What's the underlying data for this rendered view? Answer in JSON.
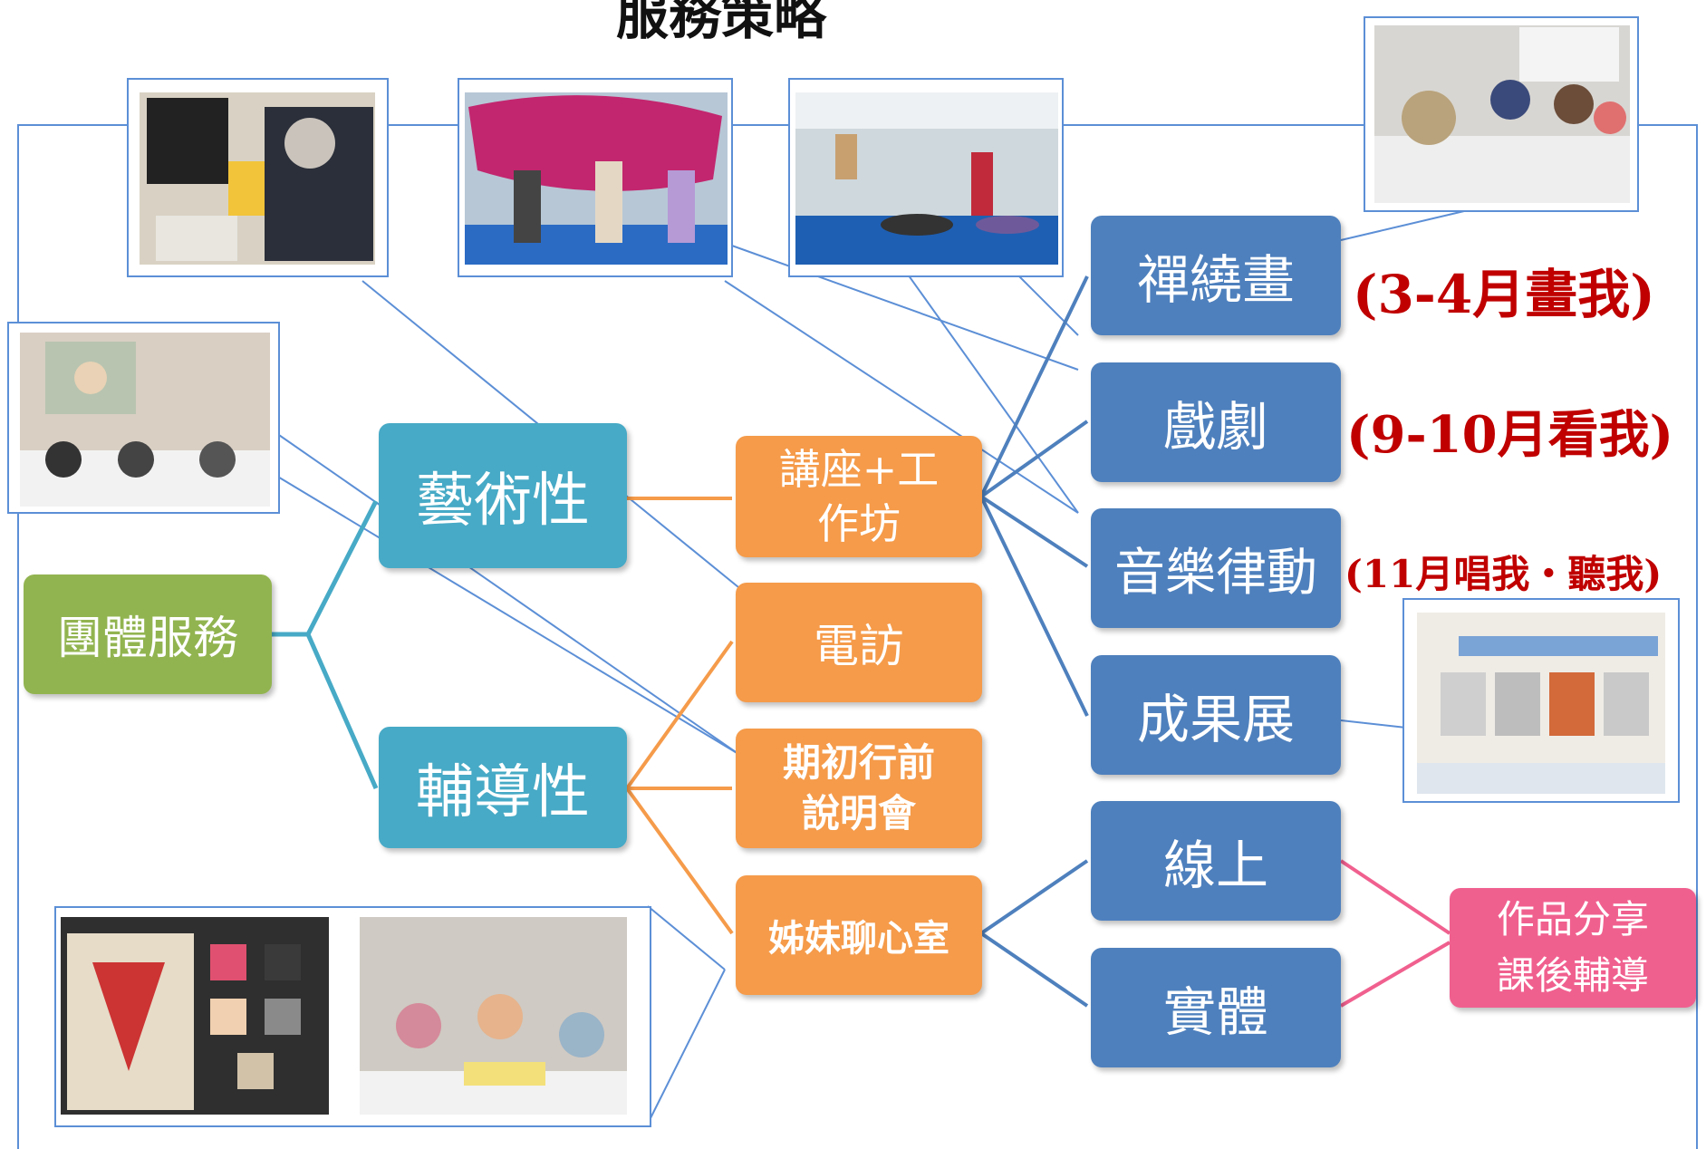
{
  "title": "服務策略",
  "root": {
    "label": "團體服務"
  },
  "categories": {
    "art": "藝術性",
    "guide": "輔導性"
  },
  "methods": {
    "workshop": "講座+工\n作坊",
    "phone": "電訪",
    "briefing": "期初行前\n說明會",
    "chatroom": "姊妹聊心室"
  },
  "activities": {
    "zentangle": "禪繞畫",
    "drama": "戲劇",
    "music": "音樂律動",
    "exhibition": "成果展",
    "online": "線上",
    "offline": "實體"
  },
  "notes": {
    "zentangle": "(3-4月畫我)",
    "drama": "(9-10月看我)",
    "music": "(11月唱我・聽我)"
  },
  "sharing": {
    "line1": "作品分享",
    "line2": "課後輔導"
  },
  "colors": {
    "root": "#92b450",
    "category": "#47aac6",
    "method": "#f59b4a",
    "activity": "#4e80bd",
    "sharing": "#f0608f",
    "note": "#c00000",
    "callout": "#5c8fd6"
  }
}
